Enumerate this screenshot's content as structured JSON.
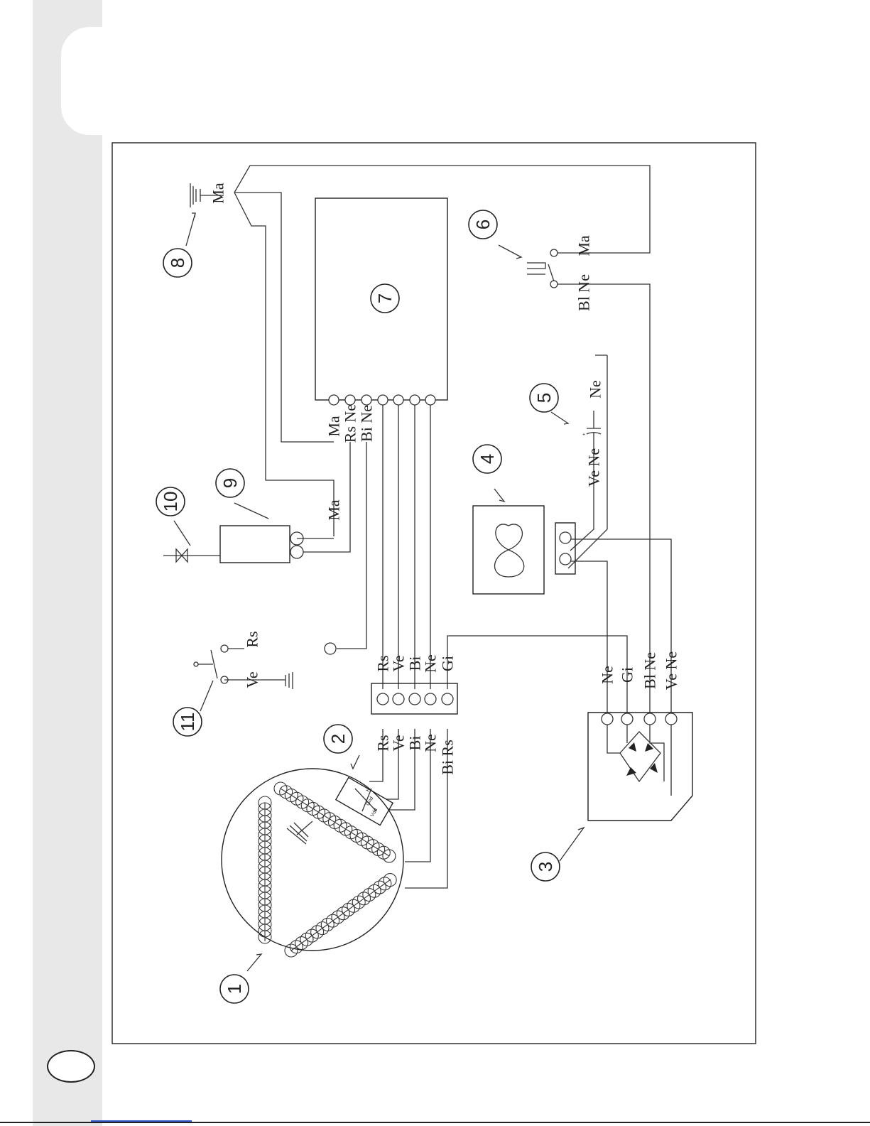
{
  "callouts": [
    "1",
    "2",
    "3",
    "4",
    "5",
    "6",
    "7",
    "8",
    "9",
    "10",
    "11"
  ],
  "labels": {
    "ground_ma": "Ma",
    "comp9_ma": "Ma",
    "box7_wires": [
      "Ma",
      "Rs Ne",
      "Bi Ne"
    ],
    "switch11": [
      "Ve",
      "Rs"
    ],
    "terminal_out": [
      "Rs",
      "Ve",
      "Bi",
      "Ne",
      "Gi"
    ],
    "terminal_in": [
      "Rs",
      "Ve",
      "Bi",
      "Ne",
      "Bi Rs"
    ],
    "bridge": [
      "Ne",
      "Gi",
      "Bl Ne",
      "Ve Ne"
    ],
    "cap5": [
      "Ve Ne",
      "Ne"
    ],
    "cap5_plus": "+",
    "switch6": [
      "Bl Ne",
      "Ma"
    ],
    "sensor2": [
      "H",
      "Gnd",
      "Vdd"
    ]
  },
  "colors": {
    "line": "#333333",
    "strip": "#e8e8e8",
    "link": "#3355cc"
  },
  "icons": [
    "ground-icon",
    "valve-icon",
    "fan-icon",
    "diode-icon",
    "capacitor-icon",
    "switch-icon"
  ]
}
